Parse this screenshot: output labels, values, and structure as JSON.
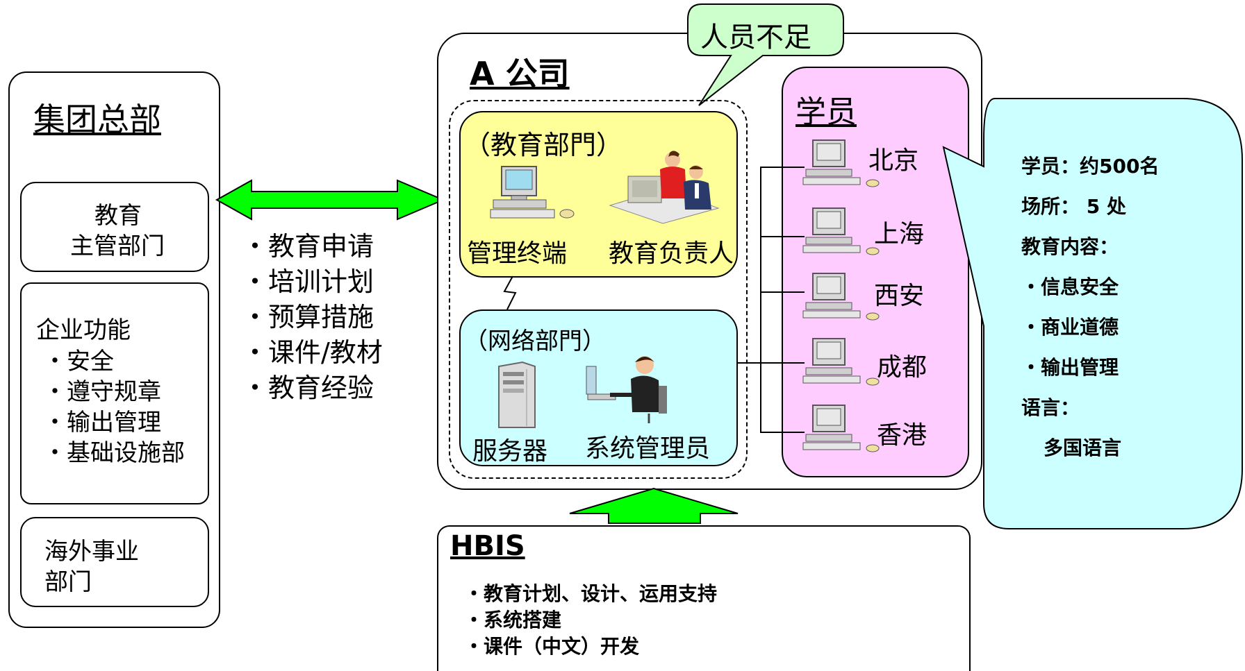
{
  "hq": {
    "title": "集团总部",
    "edu_dept": [
      "教育",
      "主管部门"
    ],
    "functions": {
      "title": "企业功能",
      "items": [
        "・安全",
        "・遵守规章",
        "・输出管理",
        "・基础设施部"
      ]
    },
    "overseas": [
      "海外事业",
      "部门"
    ]
  },
  "flow_items": [
    "・教育申请",
    "・培训计划",
    "・预算措施",
    "・课件/教材",
    "・教育经验"
  ],
  "company": {
    "title": "A 公司",
    "shortage": "人员不足",
    "edu_dept": {
      "title": "（教育部門）",
      "terminal": "管理终端",
      "manager": "教育负责人"
    },
    "net_dept": {
      "title": "（网络部門）",
      "server": "服务器",
      "admin": "系统管理员"
    },
    "students": {
      "title": "学员",
      "locations": [
        "北京",
        "上海",
        "西安",
        "成都",
        "香港"
      ]
    }
  },
  "info": {
    "items": [
      "学员：约500名",
      "场所： 5 处",
      "教育内容：",
      "・信息安全",
      "・商业道德",
      "・输出管理",
      "语言：",
      "多国语言"
    ]
  },
  "hbis": {
    "title": "HBIS",
    "items": [
      "・教育计划、设计、运用支持",
      "・系统搭建",
      "・课件（中文）开发"
    ]
  },
  "colors": {
    "arrow_green": "#00ff00",
    "edu_yellow": "#ffff99",
    "net_cyan": "#ccffff",
    "students_pink": "#ffccff",
    "callout_cyan": "#ccffff",
    "shortage_green": "#ccffcc"
  }
}
